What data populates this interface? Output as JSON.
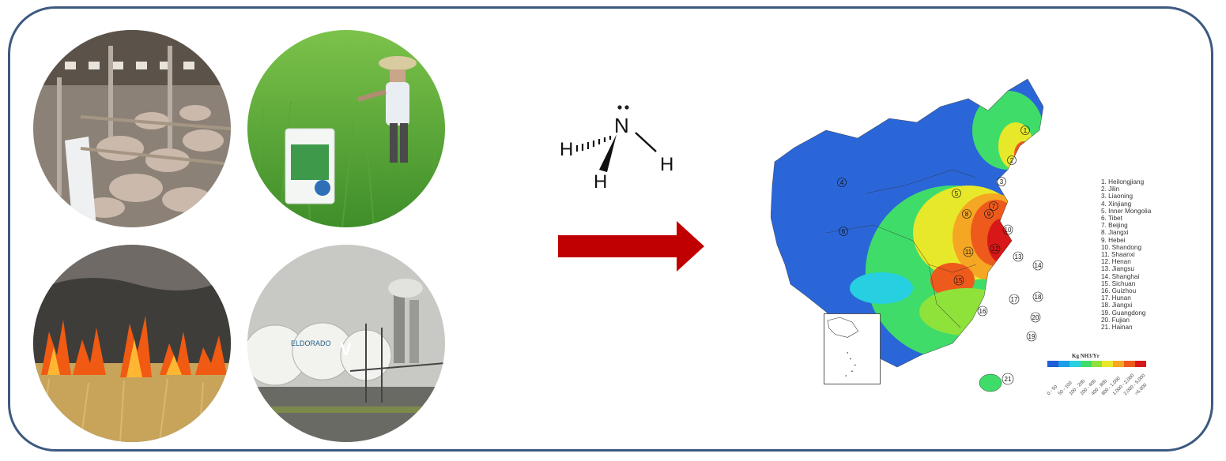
{
  "molecule": {
    "center": "N",
    "substituents": [
      "H",
      "H",
      "H"
    ]
  },
  "map": {
    "legend_title": "Kg NH3/Yr",
    "scale_labels": [
      "0 - 50",
      "50 - 100",
      "100 - 200",
      "200 - 400",
      "400 - 800",
      "800 - 1,000",
      "1,000 - 2,000",
      "2,000 - 5,000",
      ">5,000"
    ],
    "scale_colors": [
      "#1f5fd8",
      "#1d9ee8",
      "#27d0e0",
      "#3fdc6a",
      "#8fe23a",
      "#e8e82a",
      "#f5a623",
      "#ee5a1c",
      "#d81818"
    ],
    "region_markers": [
      "1",
      "2",
      "3",
      "4",
      "5",
      "6",
      "7",
      "8",
      "9",
      "10",
      "11",
      "12",
      "13",
      "14",
      "15",
      "16",
      "17",
      "18",
      "19",
      "20",
      "21"
    ],
    "provinces": [
      "1.  Heilongjiang",
      "2.  Jilin",
      "3.  Liaoning",
      "4.  Xinjiang",
      "5.  Inner Mongolia",
      "6.  Tibet",
      "7.  Beijing",
      "8.  Jiangxi",
      "9.  Hebei",
      "10.  Shandong",
      "11.  Shaanxi",
      "12.  Henan",
      "13.  Jiangsu",
      "14.  Shanghai",
      "15.  Sichuan",
      "16.  Guizhou",
      "17.  Hunan",
      "18.  Jiangxi",
      "19.  Guangdong",
      "20.  Fujian",
      "21.  Hainan"
    ]
  },
  "photos": {
    "refinery_sign_text": "ELDORADO"
  }
}
